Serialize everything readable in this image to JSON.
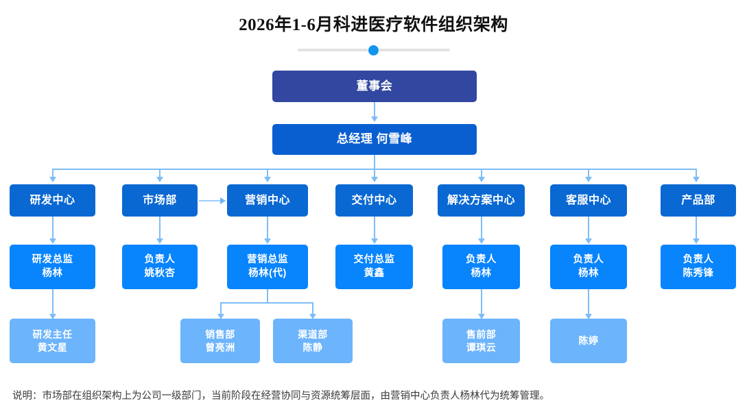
{
  "header": {
    "title": "2026年1-6月科进医疗软件组织架构"
  },
  "slider": {
    "name": "page-slider",
    "value": 50,
    "min": 0,
    "max": 100,
    "thumb_color": "#1296f0",
    "track_color": "#e2e2e4"
  },
  "colors": {
    "board": "#32479f",
    "general_manager": "#0a5fd0",
    "department": "#0a68d2",
    "lead": "#0884fd",
    "sub": "#6cb4fb",
    "connector": "#7dbdf7",
    "title_text": "#111111",
    "footnote_text": "#3a3a3a"
  },
  "org": {
    "board": {
      "label": "董事会"
    },
    "general_manager": {
      "label": "总经理 何雪峰"
    },
    "departments": [
      {
        "id": "rd-center",
        "label": "研发中心",
        "lead": {
          "title": "研发总监",
          "name": "杨林"
        },
        "children": [
          {
            "title": "研发主任",
            "name": "黄文星"
          }
        ]
      },
      {
        "id": "market-dept",
        "label": "市场部",
        "lead": {
          "title": "负责人",
          "name": "姚秋杏"
        },
        "children": []
      },
      {
        "id": "marketing-center",
        "label": "营销中心",
        "lead": {
          "title": "营销总监",
          "name": "杨林(代)"
        },
        "children": [
          {
            "title": "销售部",
            "name": "曾亮洲"
          },
          {
            "title": "渠道部",
            "name": "陈静"
          }
        ]
      },
      {
        "id": "delivery-center",
        "label": "交付中心",
        "lead": {
          "title": "交付总监",
          "name": "黄鑫"
        },
        "children": []
      },
      {
        "id": "solution-center",
        "label": "解决方案中心",
        "lead": {
          "title": "负责人",
          "name": "杨林"
        },
        "children": [
          {
            "title": "售前部",
            "name": "谭琪云"
          }
        ]
      },
      {
        "id": "service-center",
        "label": "客服中心",
        "lead": {
          "title": "负责人",
          "name": "杨林"
        },
        "children": [
          {
            "title": "陈婷",
            "name": ""
          }
        ]
      },
      {
        "id": "product-dept",
        "label": "产品部",
        "lead": {
          "title": "负责人",
          "name": "陈秀锋"
        },
        "children": []
      }
    ],
    "dotted_relation": {
      "from": "市场部",
      "to": "营销中心",
      "icon": "arrow-right-icon"
    }
  },
  "footnote": {
    "text": "说明：市场部在组织架构上为公司一级部门，当前阶段在经营协同与资源统筹层面，由营销中心负责人杨林代为统筹管理。"
  }
}
